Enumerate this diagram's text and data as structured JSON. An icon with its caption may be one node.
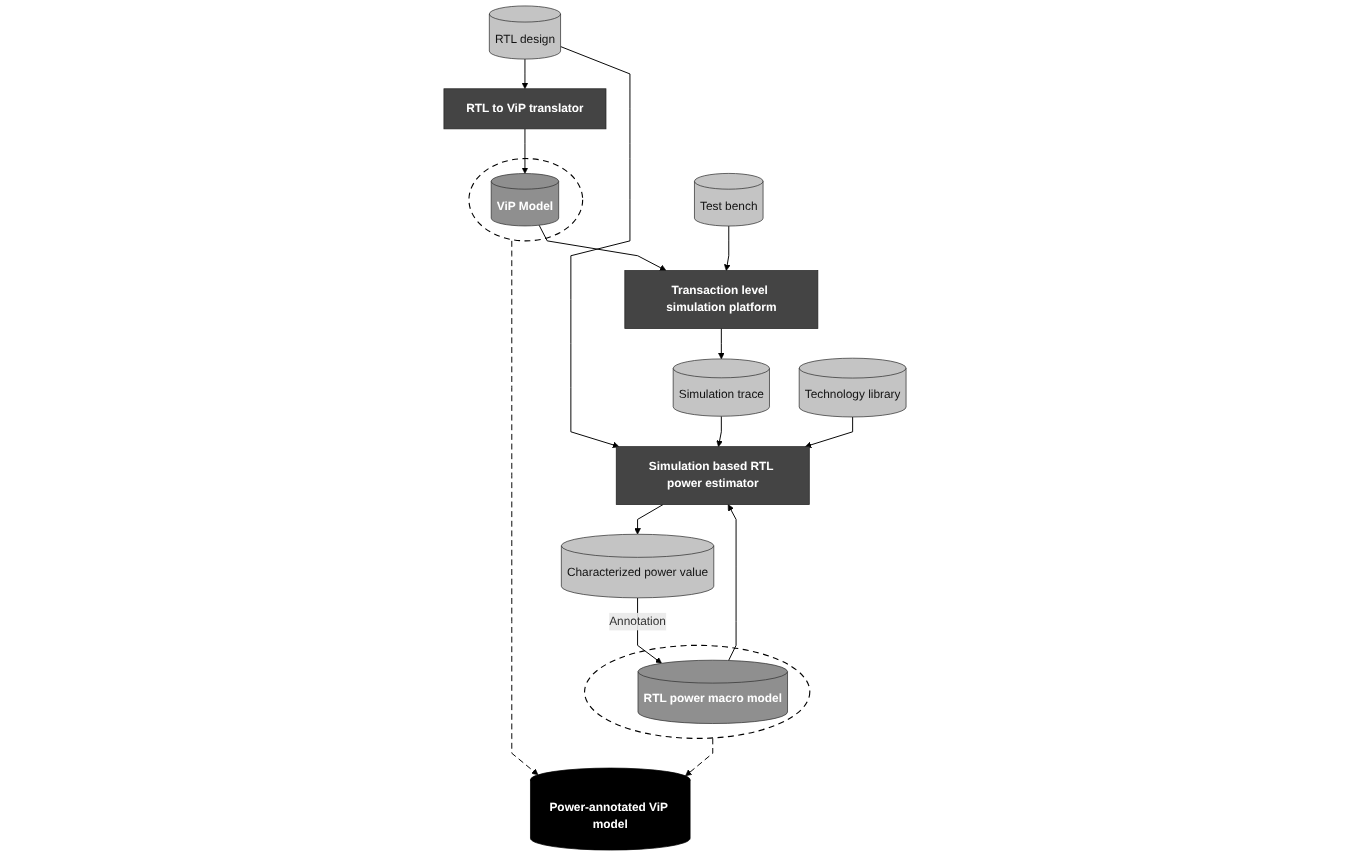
{
  "diagram": {
    "nodes": [
      {
        "text": [
          "RTL design"
        ]
      },
      {
        "text": [
          "RTL to ViP translator"
        ]
      },
      {
        "text": [],
        "shape": "circle"
      },
      {
        "text": [
          "ViP Model"
        ],
        "in": 2
      },
      {
        "text": [
          "Test bench"
        ]
      },
      {
        "text": [
          "Transaction level simulation platform"
        ]
      },
      {
        "text": [
          "Simulation trace"
        ]
      },
      {
        "text": [
          "Technology library"
        ]
      },
      {
        "text": [
          "Simulation based RTL power estimator"
        ]
      },
      {
        "text": [],
        "shape": "circle"
      },
      {
        "text": [
          "RTL power macro model"
        ],
        "in": 9
      },
      {
        "text": [
          "Characterized power value"
        ]
      },
      {
        "text": [
          "Power-annotated ViP model"
        ]
      }
    ],
    "edges": [
      {
        "from": 0,
        "to": 1,
        "arrow": "to"
      },
      {
        "from": 1,
        "to": 3,
        "arrow": "to"
      },
      {
        "from": 3,
        "to": 5,
        "arrow": "to"
      },
      {
        "from": 4,
        "to": 5,
        "arrow": "to"
      },
      {
        "from": 5,
        "to": 6,
        "arrow": "to"
      },
      {
        "from": 0,
        "to": 8,
        "arrow": "to"
      },
      {
        "from": 6,
        "to": 8,
        "arrow": "to"
      },
      {
        "from": 7,
        "to": 8,
        "arrow": "to"
      },
      {
        "from": 10,
        "to": 8,
        "arrow": "to"
      },
      {
        "from": 8,
        "to": 11,
        "arrow": "to"
      },
      {
        "from": 11,
        "to": 10,
        "label": "Annotation",
        "arrow": "to"
      },
      {
        "from": 2,
        "to": 12,
        "arrow": "to",
        "style": "dashed"
      },
      {
        "from": 9,
        "to": 12,
        "arrow": "to",
        "style": "dashed"
      }
    ]
  }
}
